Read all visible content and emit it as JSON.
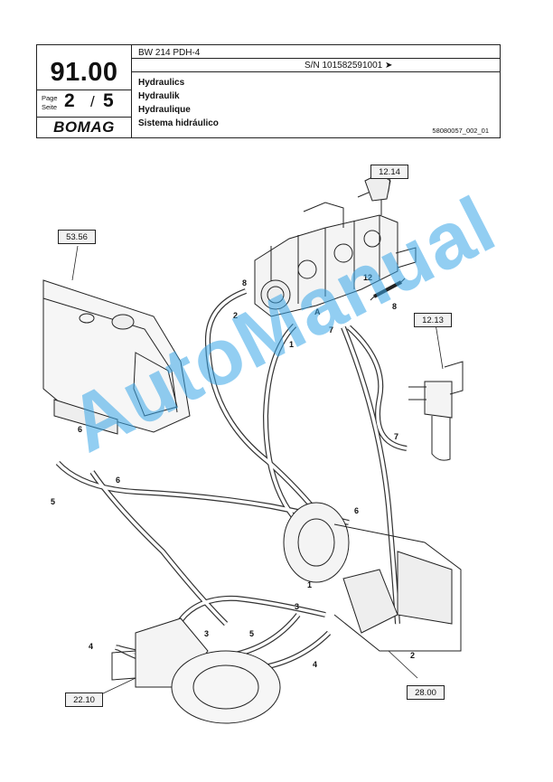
{
  "header": {
    "section_number": "91.00",
    "page_label_en": "Page",
    "page_label_de": "Seite",
    "page_current": "2",
    "page_separator": "/",
    "page_total": "5",
    "brand": "BOMAG",
    "model": "BW 214 PDH-4",
    "serial": "S/N 101582591001  ➤",
    "titles": [
      "Hydraulics",
      "Hydraulik",
      "Hydraulique",
      "Sistema hidráulico"
    ],
    "doc_ref": "58080057_002_01"
  },
  "drawing": {
    "ref_boxes": [
      "12.14",
      "53.56",
      "12.13",
      "22.10",
      "28.00"
    ],
    "callouts": [
      "8",
      "2",
      "1",
      "7",
      "12",
      "8",
      "A",
      "7",
      "6",
      "6",
      "5",
      "6",
      "1",
      "3",
      "3",
      "5",
      "4",
      "4",
      "2"
    ]
  },
  "watermark": "AutoManual"
}
